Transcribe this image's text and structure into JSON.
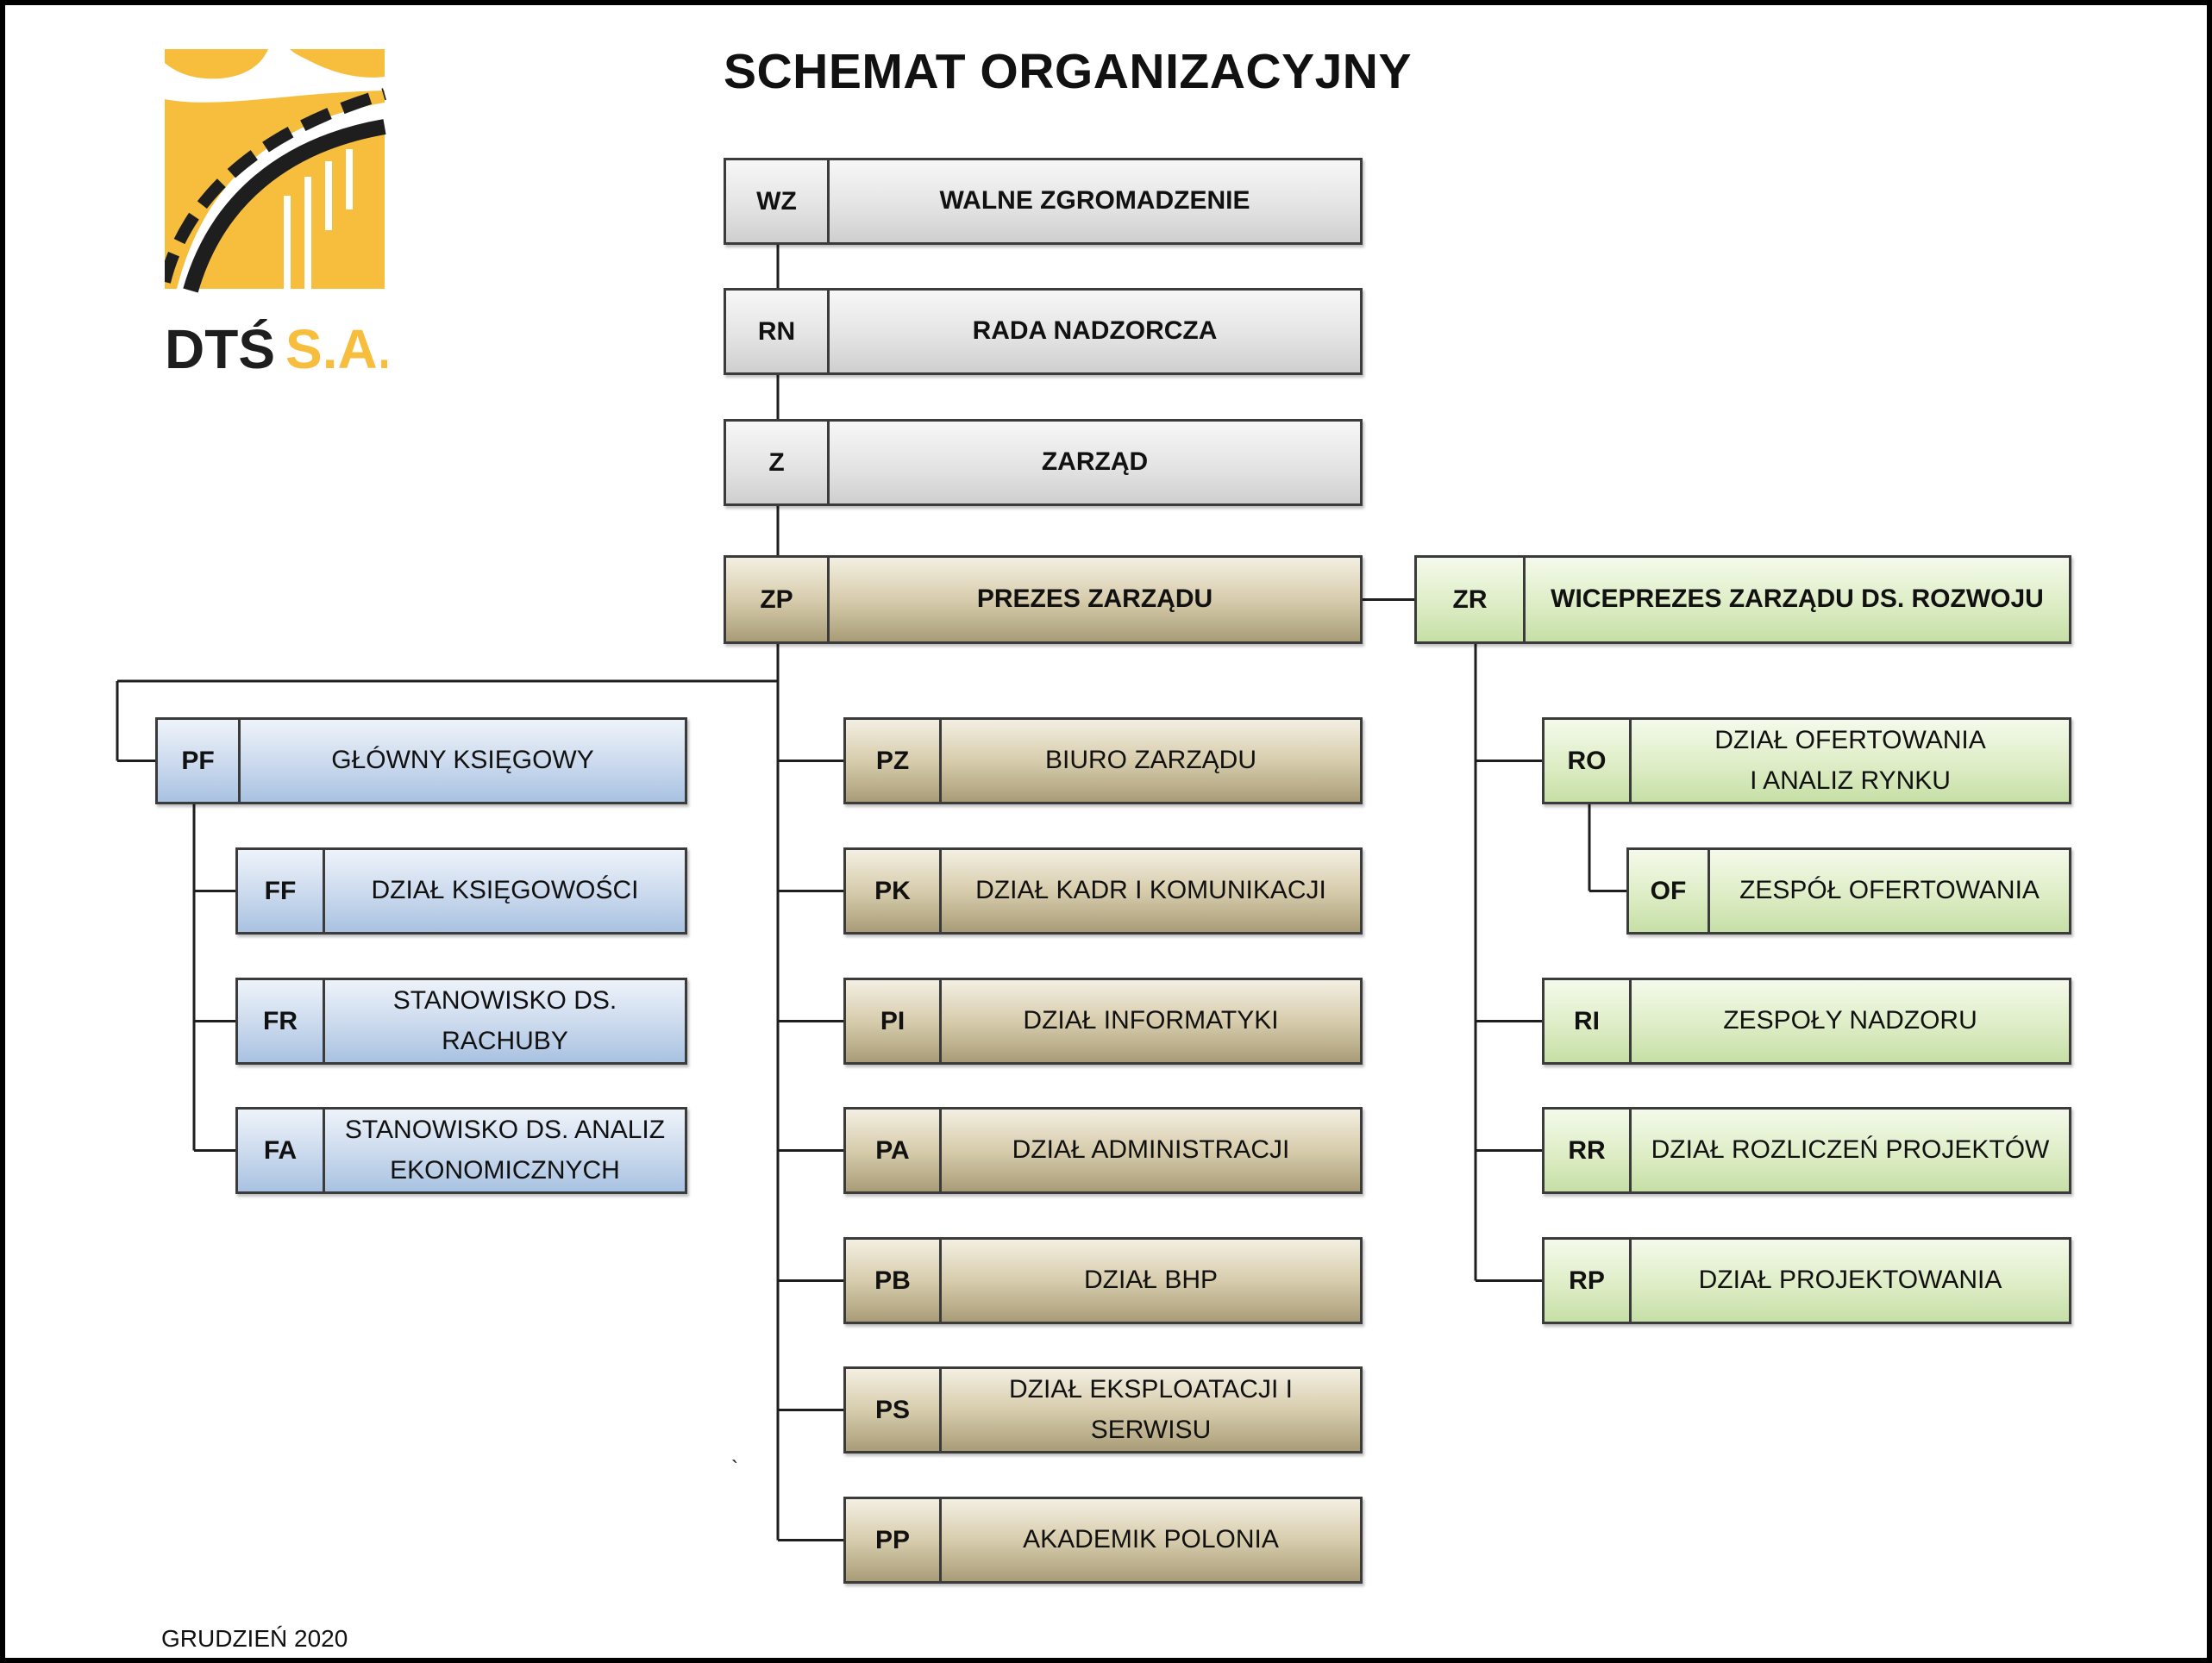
{
  "title": "SCHEMAT ORGANIZACYJNY",
  "logo": {
    "text_dark": "DTŚ",
    "text_accent": "S.A.",
    "accent_color": "#F7BE3E",
    "dark_color": "#1E1E1E"
  },
  "footer": "GRUDZIEŃ 2020",
  "stray_mark": "`",
  "colors": {
    "gray": "#E4E4E4",
    "olive": "#D7CCAC",
    "green": "#DEEDC6",
    "blue": "#CAD9ED",
    "line": "#1E1E1E"
  },
  "units": {
    "wz": {
      "code": "WZ",
      "name": [
        "WALNE ZGROMADZENIE"
      ]
    },
    "rn": {
      "code": "RN",
      "name": [
        "RADA NADZORCZA"
      ]
    },
    "z": {
      "code": "Z",
      "name": [
        "ZARZĄD"
      ]
    },
    "zp": {
      "code": "ZP",
      "name": [
        "PREZES ZARZĄDU"
      ]
    },
    "zr": {
      "code": "ZR",
      "name": [
        "WICEPREZES ZARZĄDU DS. ROZWOJU"
      ]
    },
    "pf": {
      "code": "PF",
      "name": [
        "GŁÓWNY KSIĘGOWY"
      ]
    },
    "ff": {
      "code": "FF",
      "name": [
        "DZIAŁ KSIĘGOWOŚCI"
      ]
    },
    "fr": {
      "code": "FR",
      "name": [
        "STANOWISKO DS. RACHUBY"
      ]
    },
    "fa": {
      "code": "FA",
      "name": [
        "STANOWISKO DS. ANALIZ",
        "EKONOMICZNYCH"
      ]
    },
    "pz": {
      "code": "PZ",
      "name": [
        "BIURO ZARZĄDU"
      ]
    },
    "pk": {
      "code": "PK",
      "name": [
        "DZIAŁ KADR I KOMUNIKACJI"
      ]
    },
    "pi": {
      "code": "PI",
      "name": [
        "DZIAŁ INFORMATYKI"
      ]
    },
    "pa": {
      "code": "PA",
      "name": [
        "DZIAŁ ADMINISTRACJI"
      ]
    },
    "pb": {
      "code": "PB",
      "name": [
        "DZIAŁ BHP"
      ]
    },
    "ps": {
      "code": "PS",
      "name": [
        "DZIAŁ EKSPLOATACJI I SERWISU"
      ]
    },
    "pp": {
      "code": "PP",
      "name": [
        "AKADEMIK POLONIA"
      ]
    },
    "ro": {
      "code": "RO",
      "name": [
        "DZIAŁ OFERTOWANIA",
        "I ANALIZ RYNKU"
      ]
    },
    "of": {
      "code": "OF",
      "name": [
        "ZESPÓŁ OFERTOWANIA"
      ]
    },
    "ri": {
      "code": "RI",
      "name": [
        "ZESPOŁY NADZORU"
      ]
    },
    "rr": {
      "code": "RR",
      "name": [
        "DZIAŁ ROZLICZEŃ PROJEKTÓW"
      ]
    },
    "rp": {
      "code": "RP",
      "name": [
        "DZIAŁ PROJEKTOWANIA"
      ]
    }
  },
  "links": [
    [
      "wz",
      "rn"
    ],
    [
      "rn",
      "z"
    ],
    [
      "z",
      "zp"
    ],
    [
      "zp",
      "zr"
    ],
    [
      "zp",
      "pf"
    ],
    [
      "zp",
      "pz"
    ],
    [
      "zp",
      "pk"
    ],
    [
      "zp",
      "pi"
    ],
    [
      "zp",
      "pa"
    ],
    [
      "zp",
      "pb"
    ],
    [
      "zp",
      "ps"
    ],
    [
      "zp",
      "pp"
    ],
    [
      "pf",
      "ff"
    ],
    [
      "pf",
      "fr"
    ],
    [
      "pf",
      "fa"
    ],
    [
      "zr",
      "ro"
    ],
    [
      "ro",
      "of"
    ],
    [
      "zr",
      "ri"
    ],
    [
      "zr",
      "rr"
    ],
    [
      "zr",
      "rp"
    ]
  ]
}
